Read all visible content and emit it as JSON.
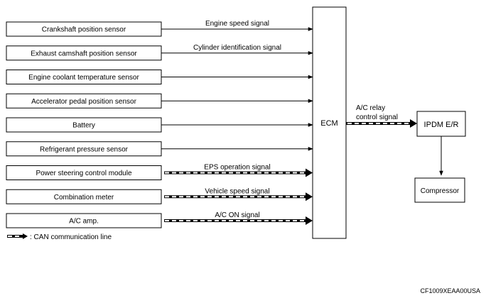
{
  "sensors": [
    {
      "label": "Crankshaft position sensor",
      "signal": "Engine speed signal",
      "can": false
    },
    {
      "label": "Exhaust camshaft position sensor",
      "signal": "Cylinder identification signal",
      "can": false
    },
    {
      "label": "Engine coolant temperature sensor",
      "signal": "",
      "can": false
    },
    {
      "label": "Accelerator pedal position sensor",
      "signal": "",
      "can": false
    },
    {
      "label": "Battery",
      "signal": "",
      "can": false
    },
    {
      "label": "Refrigerant pressure sensor",
      "signal": "",
      "can": false
    },
    {
      "label": "Power steering control module",
      "signal": "EPS operation signal",
      "can": true
    },
    {
      "label": "Combination meter",
      "signal": "Vehicle speed signal",
      "can": true
    },
    {
      "label": "A/C amp.",
      "signal": "A/C ON signal",
      "can": true
    }
  ],
  "ecm": {
    "label": "ECM"
  },
  "relay_signal": {
    "line1": "A/C relay",
    "line2": "control signal"
  },
  "ipdm": {
    "label": "IPDM E/R"
  },
  "compressor": {
    "label": "Compressor"
  },
  "legend": {
    "text": ": CAN communication line"
  },
  "figure_ref": "CF1009XEAA00USA"
}
